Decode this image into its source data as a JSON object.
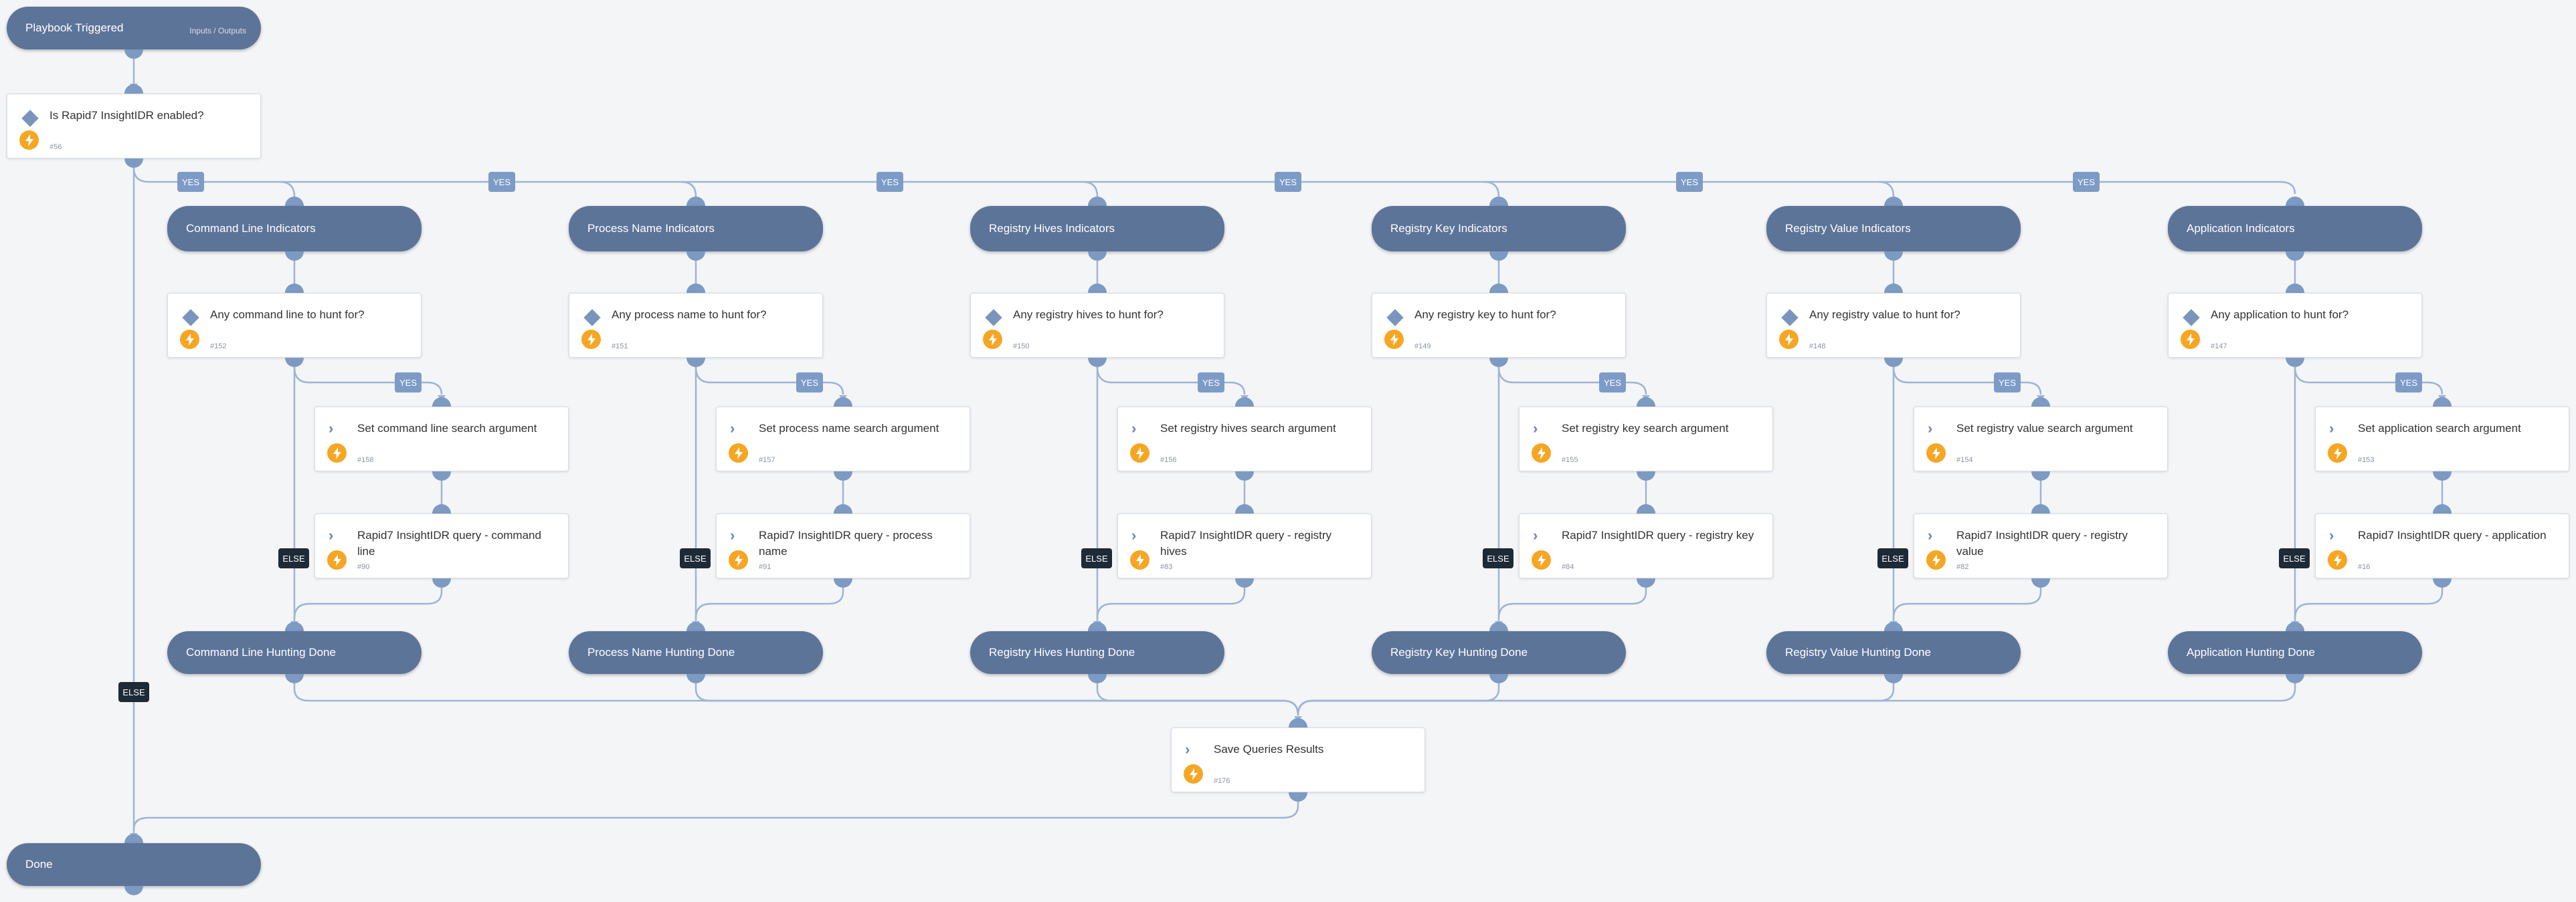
{
  "start": {
    "title": "Playbook Triggered",
    "io_label": "Inputs / Outputs"
  },
  "condition": {
    "title": "Is Rapid7 InsightIDR enabled?",
    "id": "#56",
    "icon": "diamond-icon"
  },
  "branch_labels": {
    "yes": "YES",
    "else": "ELSE"
  },
  "columns": [
    {
      "key": "command-line",
      "section": "Command Line Indicators",
      "question": "Any command line to hunt for?",
      "question_id": "#152",
      "set_task": "Set command line search argument",
      "set_id": "#158",
      "query_task": "Rapid7 InsightIDR query - command line",
      "query_id": "#90",
      "done": "Command Line Hunting Done"
    },
    {
      "key": "process-name",
      "section": "Process Name Indicators",
      "question": "Any process name to hunt for?",
      "question_id": "#151",
      "set_task": "Set process name search argument",
      "set_id": "#157",
      "query_task": "Rapid7 InsightIDR query - process name",
      "query_id": "#91",
      "done": "Process Name Hunting Done"
    },
    {
      "key": "registry-hives",
      "section": "Registry Hives Indicators",
      "question": "Any registry hives to hunt for?",
      "question_id": "#150",
      "set_task": "Set registry hives search argument",
      "set_id": "#156",
      "query_task": "Rapid7 InsightIDR query - registry hives",
      "query_id": "#83",
      "done": "Registry Hives Hunting Done"
    },
    {
      "key": "registry-key",
      "section": "Registry Key Indicators",
      "question": "Any registry key to hunt for?",
      "question_id": "#149",
      "set_task": "Set registry key search argument",
      "set_id": "#155",
      "query_task": "Rapid7 InsightIDR query - registry key",
      "query_id": "#84",
      "done": "Registry Key Hunting Done"
    },
    {
      "key": "registry-value",
      "section": "Registry Value Indicators",
      "question": "Any registry value to hunt for?",
      "question_id": "#148",
      "set_task": "Set registry value search argument",
      "set_id": "#154",
      "query_task": "Rapid7 InsightIDR query - registry value",
      "query_id": "#82",
      "done": "Registry Value Hunting Done"
    },
    {
      "key": "application",
      "section": "Application Indicators",
      "question": "Any application to hunt for?",
      "question_id": "#147",
      "set_task": "Set application search argument",
      "set_id": "#153",
      "query_task": "Rapid7 InsightIDR query - application",
      "query_id": "#16",
      "done": "Application Hunting Done"
    }
  ],
  "save": {
    "title": "Save Queries Results",
    "id": "#176"
  },
  "end": {
    "title": "Done"
  },
  "colors": {
    "pill": "#5d7499",
    "wire": "#9fb4d3",
    "port": "#7d9ac2",
    "yes_tag": "#7d9bc7",
    "else_tag": "#1f2a37",
    "bolt": "#f6a623"
  },
  "icons": {
    "condition": "diamond-icon",
    "task": "chevron-right-icon",
    "automation": "lightning-bolt-icon"
  }
}
